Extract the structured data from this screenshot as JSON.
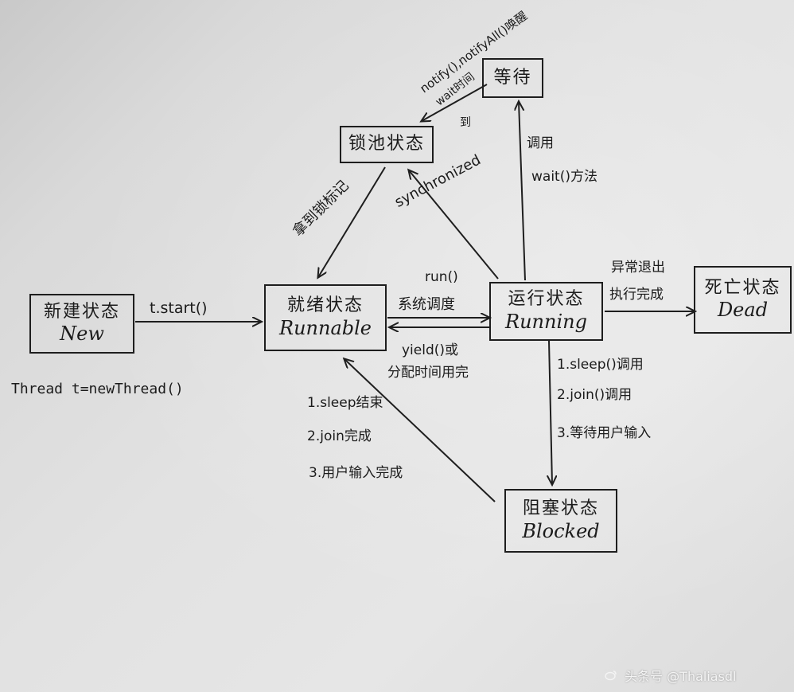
{
  "states": {
    "new": {
      "zh": "新建状态",
      "en": "New"
    },
    "runnable": {
      "zh": "就绪状态",
      "en": "Runnable"
    },
    "running": {
      "zh": "运行状态",
      "en": "Running"
    },
    "dead": {
      "zh": "死亡状态",
      "en": "Dead"
    },
    "blocked": {
      "zh": "阻塞状态",
      "en": "Blocked"
    },
    "lock": {
      "zh": "锁池状态"
    },
    "waiting": {
      "zh": "等待"
    }
  },
  "labels": {
    "thread_create": "Thread t=newThread()",
    "start": "t.start()",
    "run_line1": "run()",
    "run_line2": "系统调度",
    "yield_line1": "yield()或",
    "yield_line2": "分配时间用完",
    "exception_line1": "异常退出",
    "exception_line2": "执行完成",
    "block_reasons": [
      "1.sleep()调用",
      "2.join()调用",
      "3.等待用户输入"
    ],
    "unblock_reasons": [
      "1.sleep结束",
      "2.join完成",
      "3.用户输入完成"
    ],
    "wait_call_line1": "调用",
    "wait_call_line2": "wait()方法",
    "synchronized": "synchronized",
    "acquire_lock": "拿到锁标记",
    "notify": "notify(),notifyAll()唤醒",
    "wait_timeout_line1": "wait时间",
    "wait_timeout_line2": "到"
  },
  "watermark": {
    "icon": "weibo-icon",
    "text": "头条号 @Thaliasdl"
  }
}
